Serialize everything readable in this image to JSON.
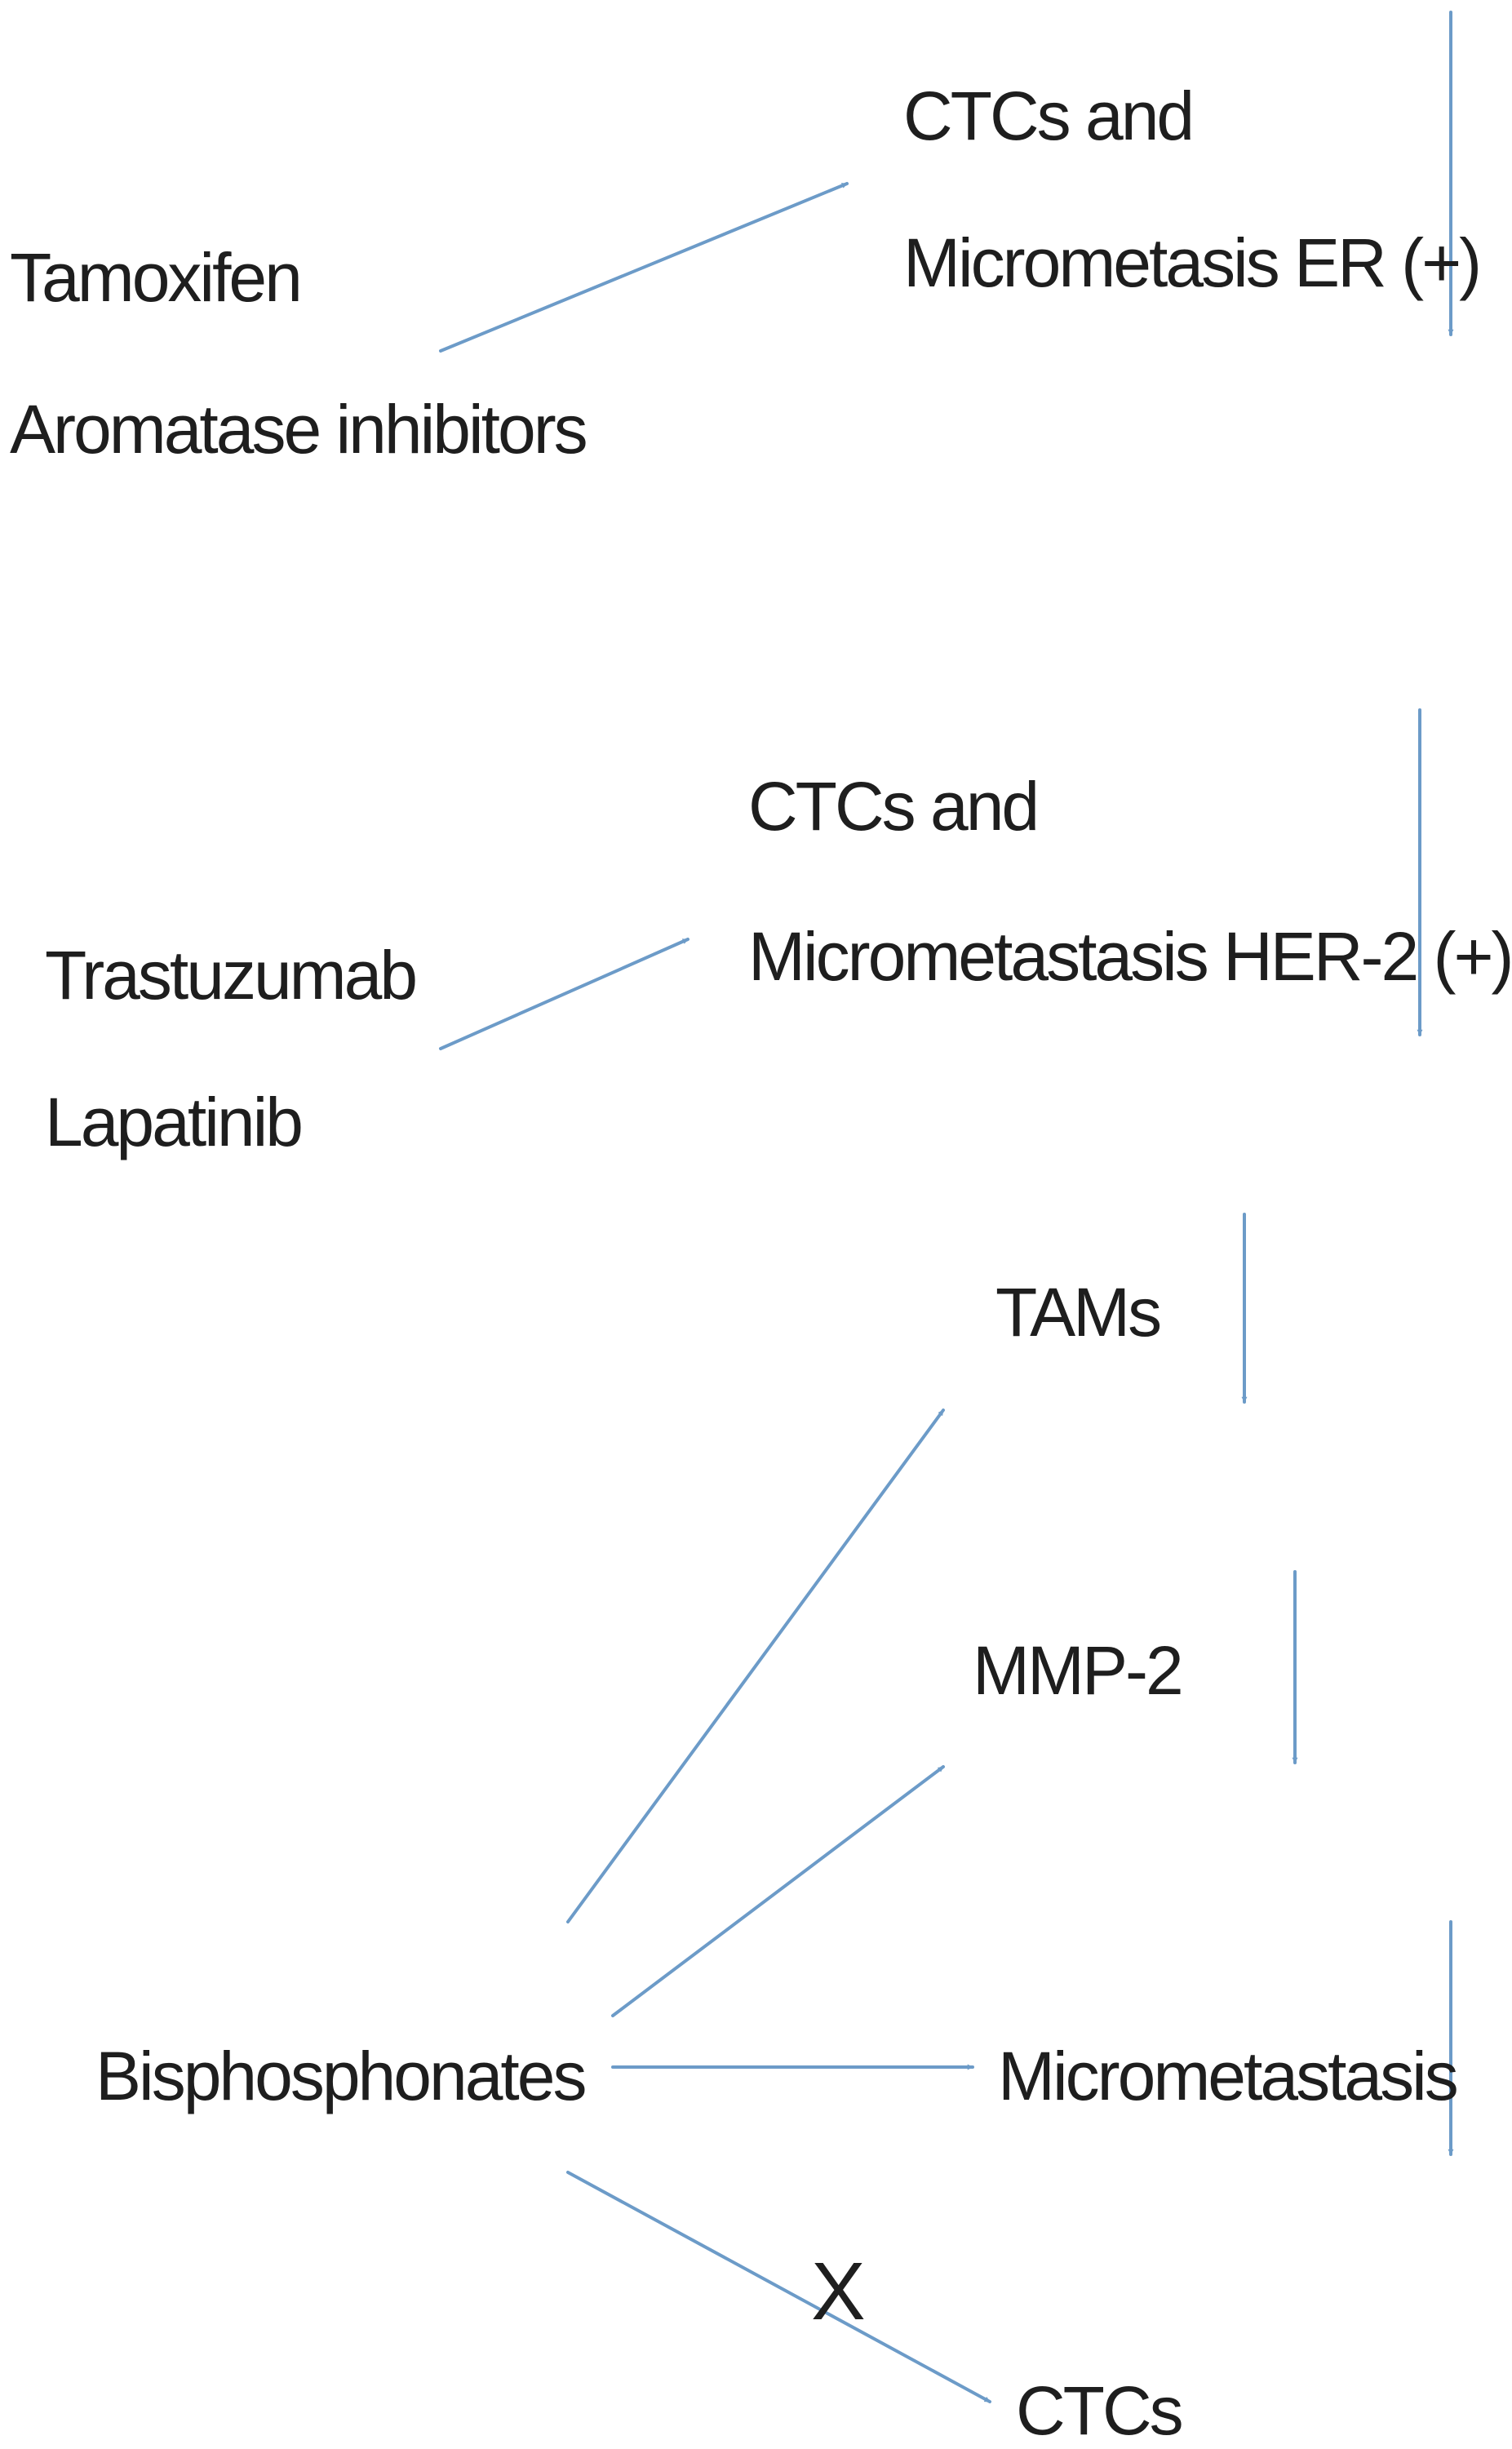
{
  "colors": {
    "arrow": "#6c9bc8",
    "text": "#1e1e1e",
    "background": "#ffffff"
  },
  "labels": {
    "tamoxifen": "Tamoxifen",
    "aromatase_inhibitors": "Aromatase inhibitors",
    "ctcs_and_1": "CTCs and",
    "micrometasis_er": "Micrometasis ER (+)",
    "trastuzumab": "Trastuzumab",
    "lapatinib": "Lapatinib",
    "ctcs_and_2": "CTCs and",
    "micrometastasis_her2": "Micrometastasis HER-2 (+)",
    "tams": "TAMs",
    "mmp2": "MMP-2",
    "bisphosphonates": "Bisphosphonates",
    "micrometastasis": "Micrometastasis",
    "ctcs": "CTCs",
    "blocked_mark": "X"
  }
}
